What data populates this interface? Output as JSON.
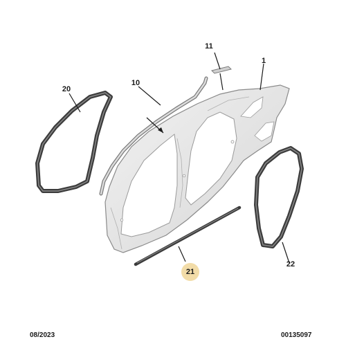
{
  "callouts": {
    "c1": "1",
    "c10": "10",
    "c11": "11",
    "c20": "20",
    "c21": "21",
    "c22": "22"
  },
  "footer": {
    "date": "08/2023",
    "reference": "00135097"
  },
  "colors": {
    "panel_fill": "#e6e6e6",
    "panel_stroke": "#8a8a8a",
    "seal_dark": "#3c3c3c",
    "highlight": "#f2dca8"
  }
}
